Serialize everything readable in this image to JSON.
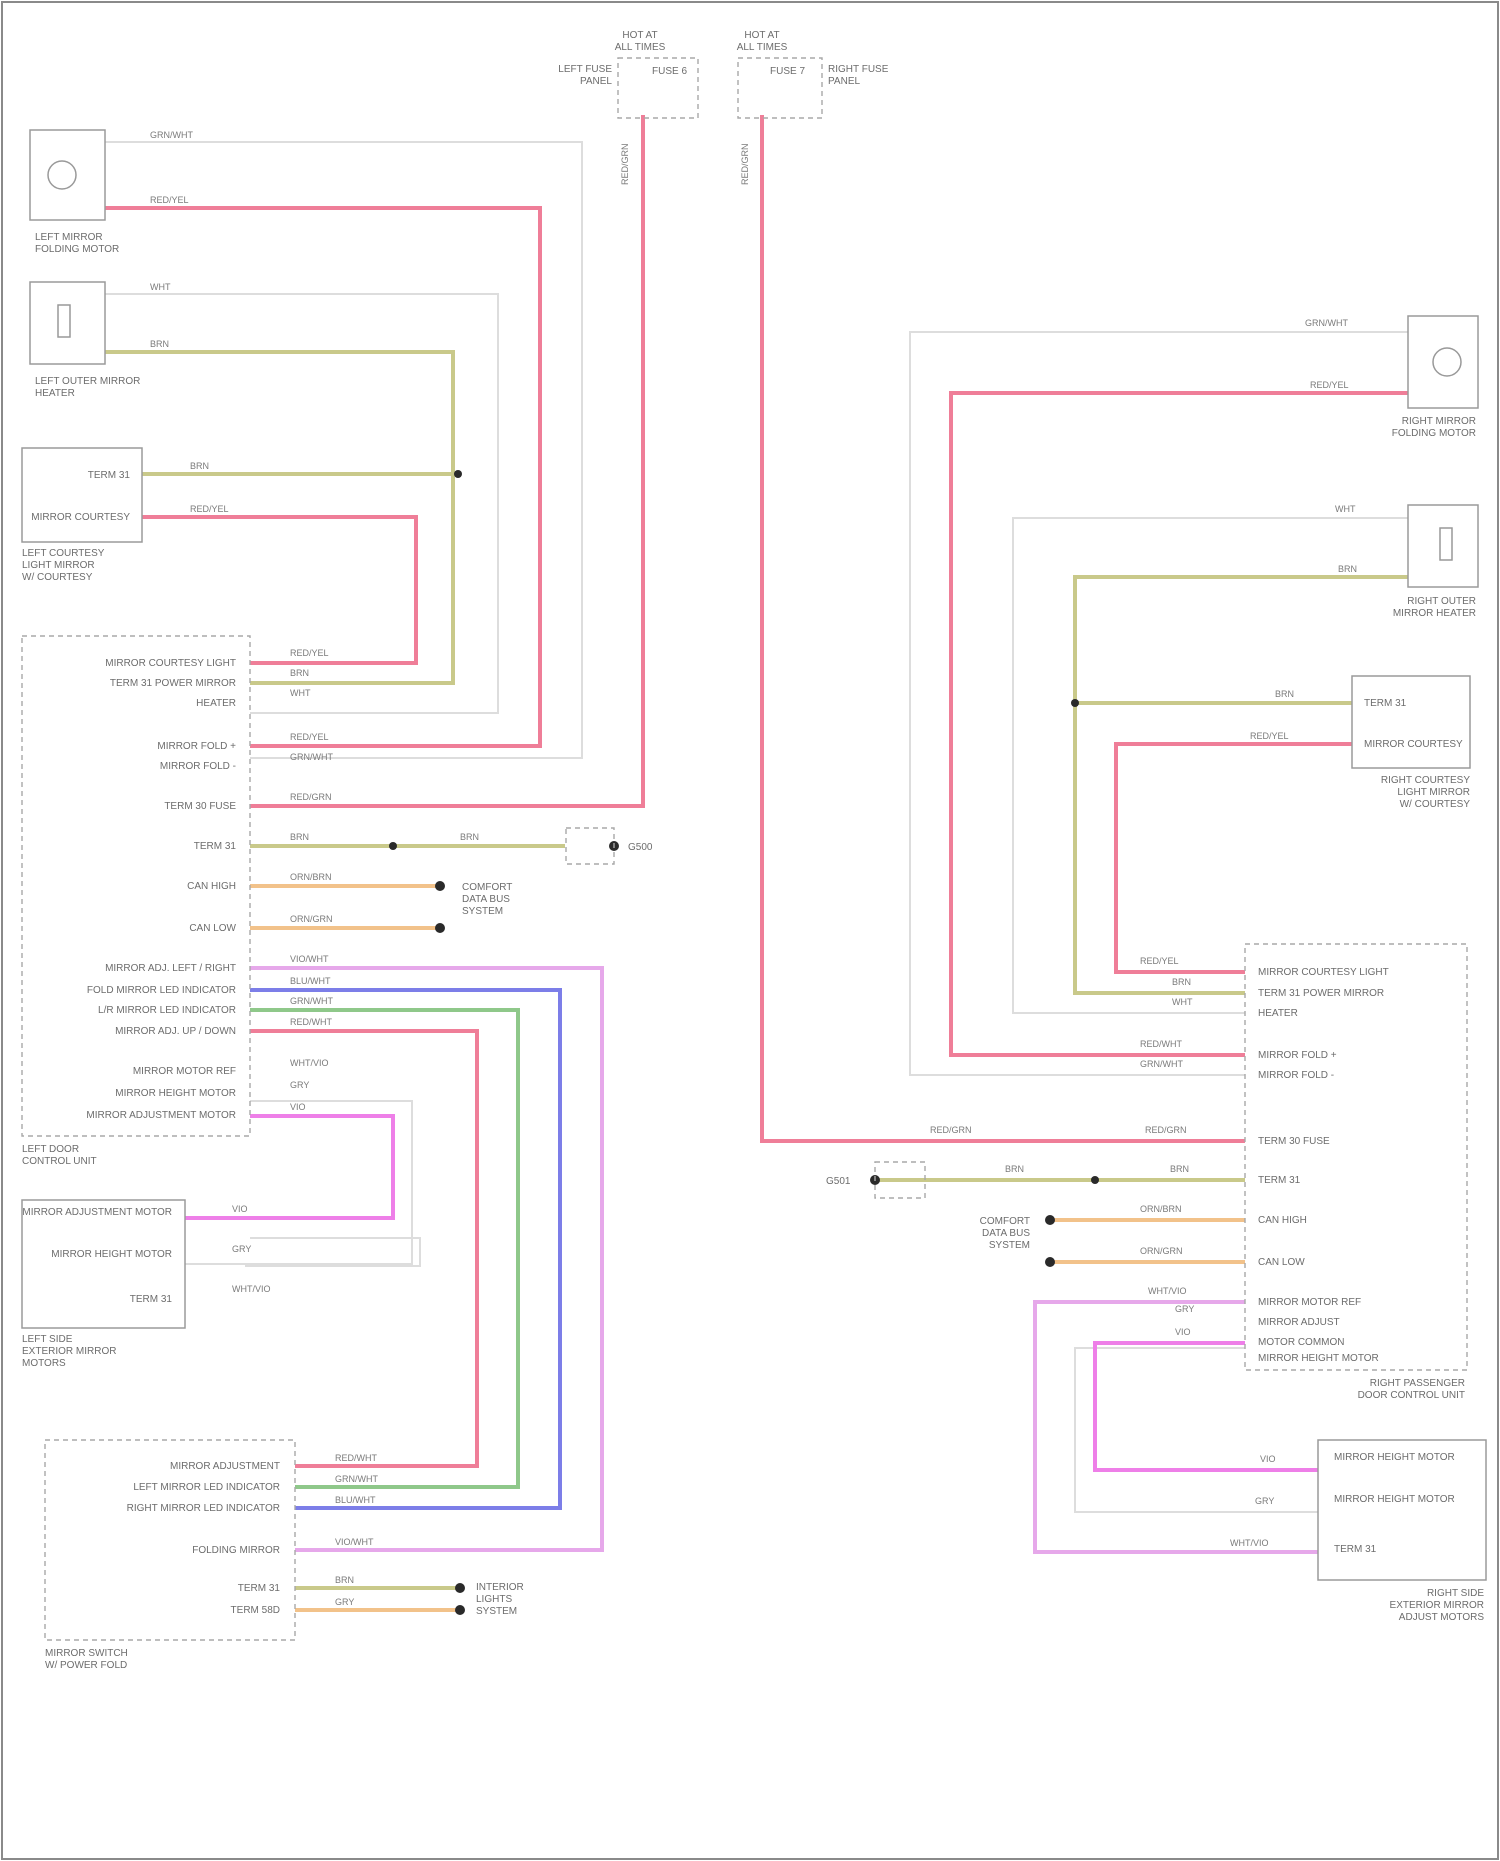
{
  "footer": "",
  "left_mirror_folding_motor": {
    "label": [
      "LEFT MIRROR",
      "FOLDING MOTOR"
    ],
    "wires": [
      "GRN/WHT",
      "RED/YEL"
    ]
  },
  "left_outer_mirror_heater": {
    "label": [
      "LEFT OUTER MIRROR",
      "HEATER"
    ],
    "wires": [
      "WHT",
      "BRN"
    ]
  },
  "left_courtesy_lamp": {
    "label": [
      "LEFT COURTESY",
      "LIGHT MIRROR",
      "W/ COURTESY"
    ],
    "pins": [
      "TERM 31",
      "MIRROR COURTESY"
    ],
    "wires": [
      "BRN",
      "RED/YEL"
    ]
  },
  "left_door_module": {
    "label": [
      "LEFT DOOR",
      "CONTROL UNIT"
    ],
    "pins": [
      "MIRROR COURTESY LIGHT",
      "TERM 31 POWER MIRROR",
      "HEATER",
      "MIRROR FOLD +",
      "MIRROR FOLD -",
      "TERM 30 FUSE",
      "TERM 31",
      "CAN HIGH",
      "CAN LOW",
      "MIRROR ADJ. LEFT / RIGHT",
      "FOLD MIRROR LED INDICATOR",
      "L/R MIRROR LED INDICATOR",
      "MIRROR ADJ. UP / DOWN",
      "MIRROR MOTOR REF",
      "MIRROR HEIGHT MOTOR",
      "MIRROR ADJUSTMENT MOTOR"
    ],
    "wires": [
      "RED/YEL",
      "BRN",
      "WHT",
      "RED/YEL",
      "GRN/WHT",
      "RED/GRN",
      "BRN",
      "ORN/BRN",
      "ORN/GRN",
      "VIO/WHT",
      "BLU/WHT",
      "GRN/WHT",
      "RED/WHT",
      "WHT/VIO",
      "GRY",
      "VIO"
    ]
  },
  "left_fuse": {
    "label": [
      "LEFT FUSE",
      "PANEL"
    ],
    "fuse": "FUSE 6",
    "wire": "RED/GRN",
    "hot": [
      "HOT AT",
      "ALL TIMES"
    ]
  },
  "right_fuse": {
    "label": [
      "RIGHT FUSE",
      "PANEL"
    ],
    "fuse": "FUSE 7",
    "wire": "RED/GRN",
    "hot": [
      "HOT AT",
      "ALL TIMES"
    ]
  },
  "ground_left": {
    "label": "G500"
  },
  "can_left": {
    "label": [
      "COMFORT",
      "DATA BUS",
      "SYSTEM"
    ]
  },
  "left_mirror_motors": {
    "label": [
      "LEFT SIDE",
      "EXTERIOR MIRROR",
      "MOTORS"
    ],
    "pins": [
      "MIRROR ADJUSTMENT MOTOR",
      "MIRROR HEIGHT MOTOR",
      "TERM 31"
    ],
    "wires": [
      "VIO",
      "GRY",
      "WHT/VIO"
    ]
  },
  "mirror_switch": {
    "label": [
      "MIRROR SWITCH",
      "W/ POWER FOLD"
    ],
    "pins": [
      "MIRROR ADJUSTMENT",
      "LEFT MIRROR LED INDICATOR",
      "RIGHT MIRROR LED INDICATOR",
      "FOLDING MIRROR",
      "TERM 31",
      "TERM 58D"
    ],
    "wires": [
      "RED/WHT",
      "GRN/WHT",
      "BLU/WHT",
      "VIO/WHT",
      "BRN",
      "GRY"
    ]
  },
  "lighting_label": [
    "INTERIOR",
    "LIGHTS",
    "SYSTEM"
  ],
  "right_mirror_folding_motor": {
    "label": [
      "RIGHT MIRROR",
      "FOLDING MOTOR"
    ],
    "wires": [
      "GRN/WHT",
      "RED/YEL"
    ]
  },
  "right_outer_mirror_heater": {
    "label": [
      "RIGHT OUTER",
      "MIRROR HEATER"
    ],
    "wires": [
      "WHT",
      "BRN"
    ]
  },
  "right_courtesy_lamp": {
    "label": [
      "RIGHT COURTESY",
      "LIGHT MIRROR",
      "W/ COURTESY"
    ],
    "pins": [
      "TERM 31",
      "MIRROR COURTESY"
    ],
    "wires": [
      "BRN",
      "RED/YEL"
    ]
  },
  "right_door_module": {
    "label": [
      "RIGHT PASSENGER",
      "DOOR CONTROL UNIT"
    ],
    "pins": [
      "MIRROR COURTESY LIGHT",
      "TERM 31 POWER MIRROR",
      "HEATER",
      "MIRROR FOLD +",
      "MIRROR FOLD -",
      "TERM 30 FUSE",
      "TERM 31",
      "CAN HIGH",
      "CAN LOW",
      "MIRROR MOTOR REF",
      "MIRROR ADJUST",
      "MOTOR COMMON",
      "MIRROR HEIGHT MOTOR"
    ],
    "wires": [
      "RED/YEL",
      "BRN",
      "WHT",
      "RED/WHT",
      "GRN/WHT",
      "RED/GRN",
      "RED/GRN",
      "BRN",
      "BRN",
      "ORN/BRN",
      "ORN/GRN",
      "WHT/VIO",
      "GRY",
      "VIO"
    ]
  },
  "ground_right": {
    "label": "G501"
  },
  "can_right": {
    "label": [
      "COMFORT",
      "DATA BUS",
      "SYSTEM"
    ]
  },
  "right_mirror_motors": {
    "label": [
      "RIGHT SIDE",
      "EXTERIOR MIRROR",
      "ADJUST MOTORS"
    ],
    "pins": [
      "MIRROR HEIGHT MOTOR",
      "MIRROR HEIGHT MOTOR",
      "TERM 31"
    ],
    "wires": [
      "VIO",
      "GRY",
      "WHT/VIO"
    ]
  },
  "colors": {
    "pink": "#ef7e98",
    "olive": "#c9c98a",
    "magenta": "#ee7fe8",
    "violet": "#e6a8ea",
    "blue": "#7c7ee8",
    "green": "#8fc88a",
    "orange": "#f2c28a",
    "gray": "#dcdcdc"
  }
}
